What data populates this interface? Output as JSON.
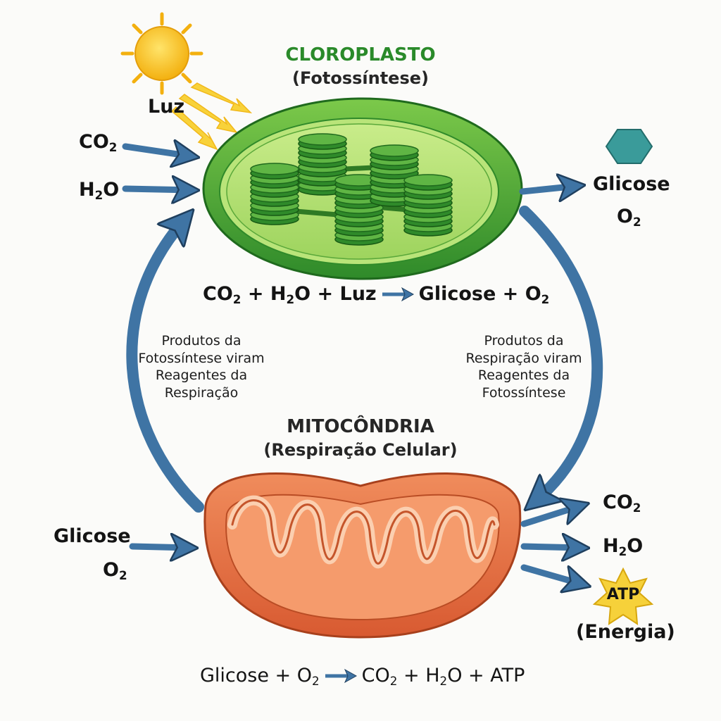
{
  "colors": {
    "arrow": "#3f74a4",
    "chloroplast_dark": "#2f8a2a",
    "chloroplast_light": "#8fd05a",
    "mitochondrion": "#e8693f",
    "sun": "#f7c21b",
    "glucose_hex": "#3a9b9a",
    "atp_star": "#f6d13a"
  },
  "chloroplast": {
    "title": "CLOROPLASTO",
    "subtitle": "(Fotossíntese)",
    "inputs": {
      "light": "Luz",
      "co2_main": "CO",
      "co2_sub": "2",
      "h2o_main_a": "H",
      "h2o_sub": "2",
      "h2o_main_b": "O"
    },
    "outputs": {
      "glucose": "Glicose",
      "o2_main": "O",
      "o2_sub": "2"
    },
    "equation": {
      "lhs": {
        "t1": "CO",
        "s1": "2",
        "t2": " + H",
        "s2": "2",
        "t3": "O + Luz"
      },
      "rhs": {
        "t1": "Glicose + O",
        "s1": "2"
      }
    },
    "icons": {
      "sun": "sun-icon",
      "glucose": "hexagon-icon"
    }
  },
  "mitochondrion": {
    "title": "MITOCÔNDRIA",
    "subtitle": "(Respiração Celular)",
    "inputs": {
      "glucose": "Glicose",
      "o2_main": "O",
      "o2_sub": "2"
    },
    "outputs": {
      "co2_main": "CO",
      "co2_sub": "2",
      "h2o_main_a": "H",
      "h2o_sub": "2",
      "h2o_main_b": "O",
      "atp": "ATP",
      "energy": "(Energia)"
    },
    "equation": {
      "lhs": {
        "t1": "Glicose + O",
        "s1": "2"
      },
      "rhs": {
        "t1": "CO",
        "s1": "2",
        "t2": " + H",
        "s2": "2",
        "t3": "O + ATP"
      }
    },
    "icons": {
      "atp": "star-icon"
    }
  },
  "cycle": {
    "left_note": [
      "Produtos da",
      "Fotossíntese viram",
      "Reagentes da",
      "Respiração"
    ],
    "right_note": [
      "Produtos da",
      "Respiração viram",
      "Reagentes da",
      "Fotossíntese"
    ]
  }
}
